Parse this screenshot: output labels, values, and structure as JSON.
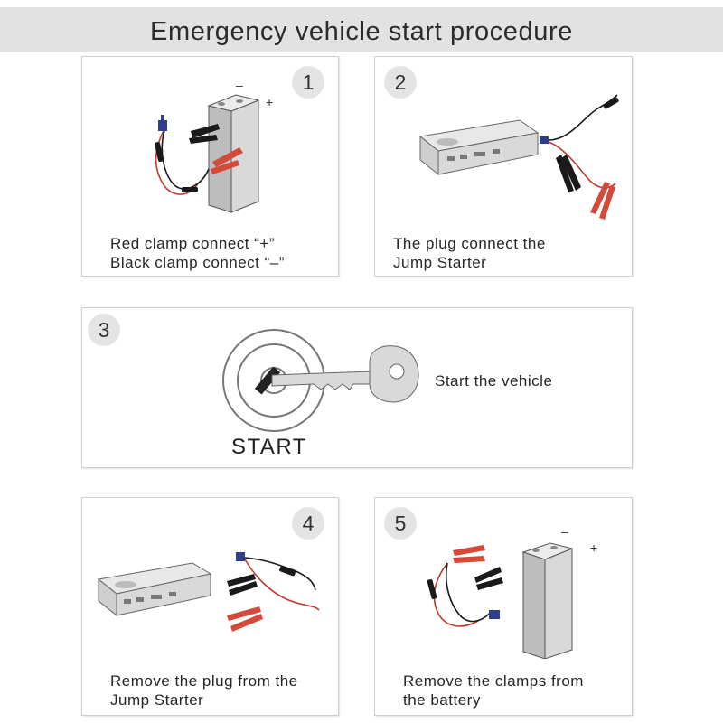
{
  "title": "Emergency vehicle start procedure",
  "steps": [
    {
      "number": "1",
      "lines": [
        "Red clamp connect “+”",
        "Black clamp connect “–”"
      ],
      "battery_minus": "–",
      "battery_plus": "+"
    },
    {
      "number": "2",
      "lines": [
        "The plug connect the",
        "Jump Starter"
      ]
    },
    {
      "number": "3",
      "lines": [
        "Start the vehicle"
      ],
      "dial_label": "START"
    },
    {
      "number": "4",
      "lines": [
        "Remove the plug from the",
        "Jump Starter"
      ]
    },
    {
      "number": "5",
      "lines": [
        "Remove the clamps from",
        "the battery"
      ],
      "battery_minus": "–",
      "battery_plus": "+"
    }
  ],
  "colors": {
    "header_bg": "#e2e2e2",
    "badge_bg": "#e4e4e4",
    "red_wire": "#c0392b",
    "red_clamp": "#d44a3a",
    "black_clamp": "#1a1a1a",
    "plug_blue": "#2c3e8c"
  },
  "icons": [
    "battery-icon",
    "clamp-cables-icon",
    "jump-starter-icon",
    "ignition-key-icon"
  ]
}
